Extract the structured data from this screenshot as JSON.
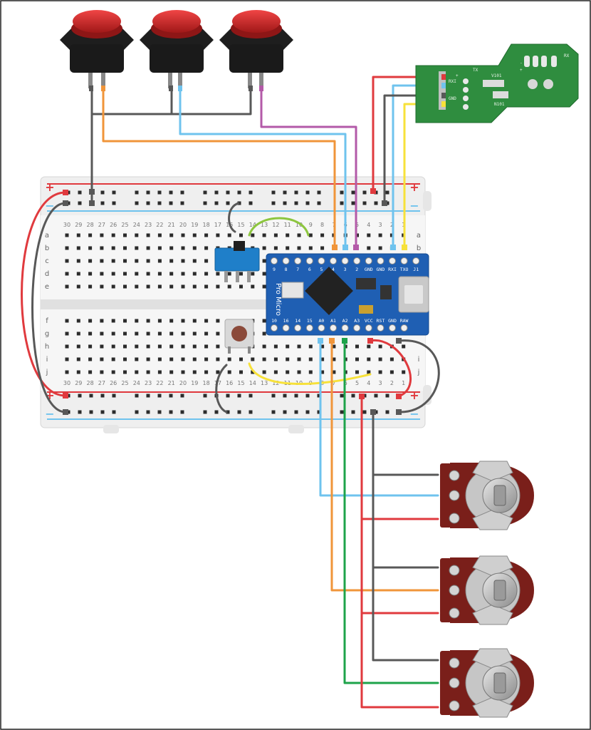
{
  "breadboard": {
    "plus": "+",
    "minus": "−",
    "rows_top": [
      "a",
      "b",
      "c",
      "d",
      "e"
    ],
    "rows_bottom": [
      "f",
      "g",
      "h",
      "i",
      "j"
    ],
    "columns": [
      "30",
      "29",
      "28",
      "27",
      "26",
      "25",
      "24",
      "23",
      "22",
      "21",
      "20",
      "19",
      "18",
      "17",
      "16",
      "15",
      "14",
      "13",
      "12",
      "11",
      "10",
      "9",
      "8",
      "7",
      "6",
      "5",
      "4",
      "3",
      "2",
      "1"
    ]
  },
  "pro_micro": {
    "name": "Pro Micro",
    "top_pins": [
      "9",
      "8",
      "7",
      "6",
      "5",
      "4",
      "3",
      "2",
      "GND",
      "GND",
      "RXI",
      "TXO",
      "J1"
    ],
    "bottom_pins": [
      "10",
      "16",
      "14",
      "15",
      "A0",
      "A1",
      "A2",
      "A3",
      "VCC",
      "RST",
      "GND",
      "RAW"
    ]
  },
  "rf_module": {
    "pad_labels": [
      "RXI",
      "GND",
      "+",
      "TX",
      "RX",
      "-",
      "+"
    ],
    "chip_labels": [
      "N101",
      "V101"
    ]
  },
  "colors": {
    "red": "#e03a3e",
    "blue": "#6fc3ee",
    "gray": "#585858",
    "orange": "#f0953a",
    "purple": "#b35aa8",
    "green": "#8dc63f",
    "yellow": "#f7e13a",
    "dkgreen": "#1ea34a",
    "board_blue": "#1f5fb3",
    "pcb_green": "#2f8d3f"
  }
}
